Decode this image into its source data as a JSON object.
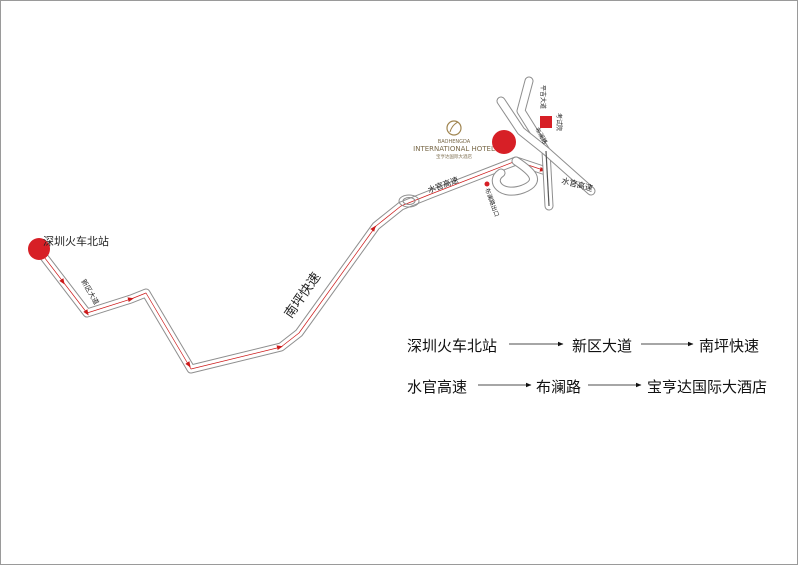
{
  "map": {
    "start_station": "深圳火车北站",
    "road_xinqu": "新区大道",
    "road_nanping": "南坪快速",
    "road_shuiguan_1": "水官高速",
    "road_shuiguan_2": "水官高速",
    "exit_label": "布澜路出口",
    "road_pingji": "平吉大道",
    "road_bulan": "布澜路",
    "road_kaocai": "考试院",
    "hotel_logo": {
      "line1": "BAOHENGDA",
      "line2": "INTERNATIONAL HOTEL",
      "line3": "宝亨达国际大酒店"
    },
    "colors": {
      "marker_red": "#d71f26",
      "route_red": "#cc1a1a",
      "road_gray": "#8e8e8e"
    }
  },
  "legend": {
    "row1": [
      "深圳火车北站",
      "新区大道",
      "南坪快速"
    ],
    "row2": [
      "水官高速",
      "布澜路",
      "宝亨达国际大酒店"
    ]
  }
}
